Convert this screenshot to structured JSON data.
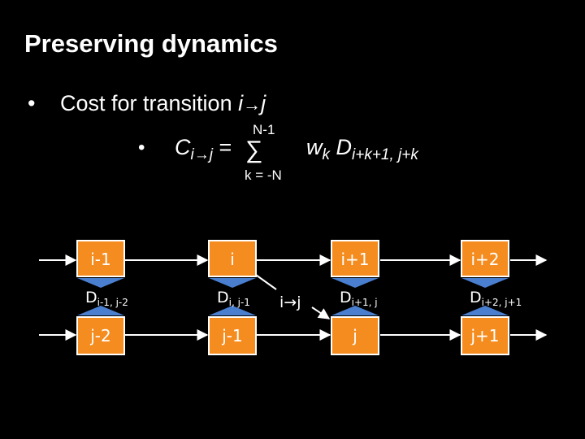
{
  "slide": {
    "title": "Preserving dynamics",
    "bullet_char": "•",
    "bullet1": {
      "text": "Cost for transition ",
      "var_i": "i",
      "arrow": "→",
      "var_j": "j"
    },
    "formula": {
      "lhs_main": "C",
      "lhs_sub": "i→j",
      "equals": " =",
      "sum_symbol": "∑",
      "sum_upper": "N-1",
      "sum_lower": "k = -N",
      "rhs_w": "w",
      "rhs_w_sub": "k",
      "rhs_d": " D",
      "rhs_d_sub": "i+k+1, j+k"
    }
  },
  "diagram": {
    "colors": {
      "orange": "#f58c1f",
      "blue": "#4a7fd0",
      "line": "#ffffff"
    },
    "top_nodes": [
      "i-1",
      "i",
      "i+1",
      "i+2"
    ],
    "bottom_nodes": [
      "j-2",
      "j-1",
      "j",
      "j+1"
    ],
    "distances": [
      {
        "main": "D",
        "sub": "i-1, j-2"
      },
      {
        "main": "D",
        "sub": "i, j-1"
      },
      {
        "main": "D",
        "sub": "i+1, j"
      },
      {
        "main": "D",
        "sub": "i+2, j+1"
      }
    ],
    "transition_label": "i→j"
  }
}
